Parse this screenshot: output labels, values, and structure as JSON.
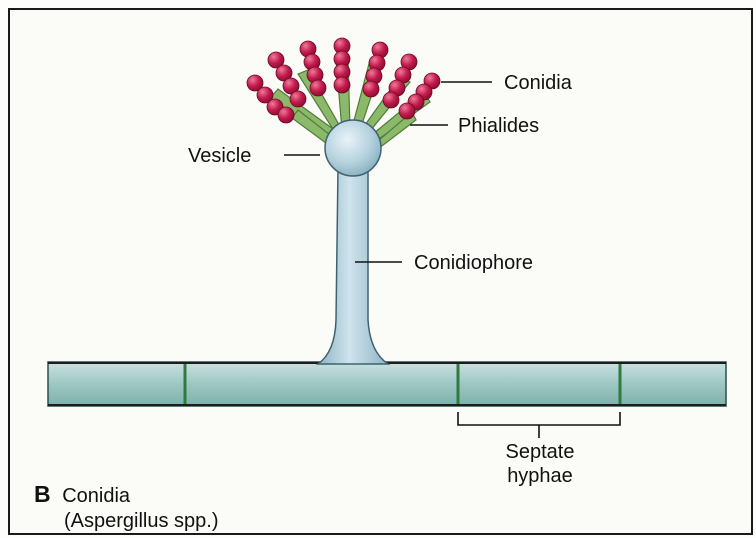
{
  "labels": {
    "conidia": "Conidia",
    "phialides": "Phialides",
    "vesicle": "Vesicle",
    "conidiophore": "Conidiophore",
    "septate_line1": "Septate",
    "septate_line2": "hyphae"
  },
  "caption": {
    "letter": "B",
    "title": "Conidia",
    "subtitle": "(Aspergillus spp.)"
  },
  "colors": {
    "frame": "#1a1a1a",
    "hypha_fill": "#9ec6c4",
    "hypha_dark": "#5f8f8c",
    "septum": "#2f7a3f",
    "stalk_fill": "#a9c8d6",
    "phialide": "#8cb86a",
    "conidia": "#b5123f"
  }
}
